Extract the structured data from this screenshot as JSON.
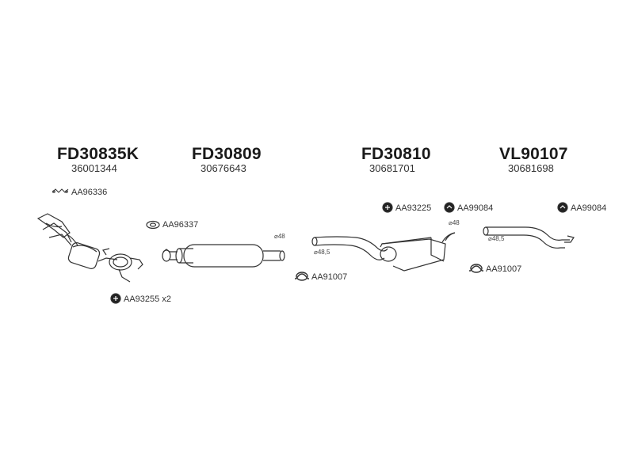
{
  "groups": [
    {
      "title": "FD30835K",
      "code": "36001344"
    },
    {
      "title": "FD30809",
      "code": "30676643"
    },
    {
      "title": "FD30810",
      "code": "30681701"
    },
    {
      "title": "VL90107",
      "code": "30681698"
    }
  ],
  "parts": {
    "gasket_small": "AA96336",
    "gasket_ring": "AA96337",
    "mount_bottom": "AA93255 x2",
    "mount_mid": "AA93225",
    "mount_mid2": "AA99084",
    "mount_right": "AA99084",
    "clamp_mid": "AA91007",
    "clamp_right": "AA91007"
  },
  "dims": {
    "d48_front": "⌀48",
    "d485_mid": "⌀48,5",
    "d48_mid": "⌀48",
    "d485_right": "⌀48,5"
  }
}
